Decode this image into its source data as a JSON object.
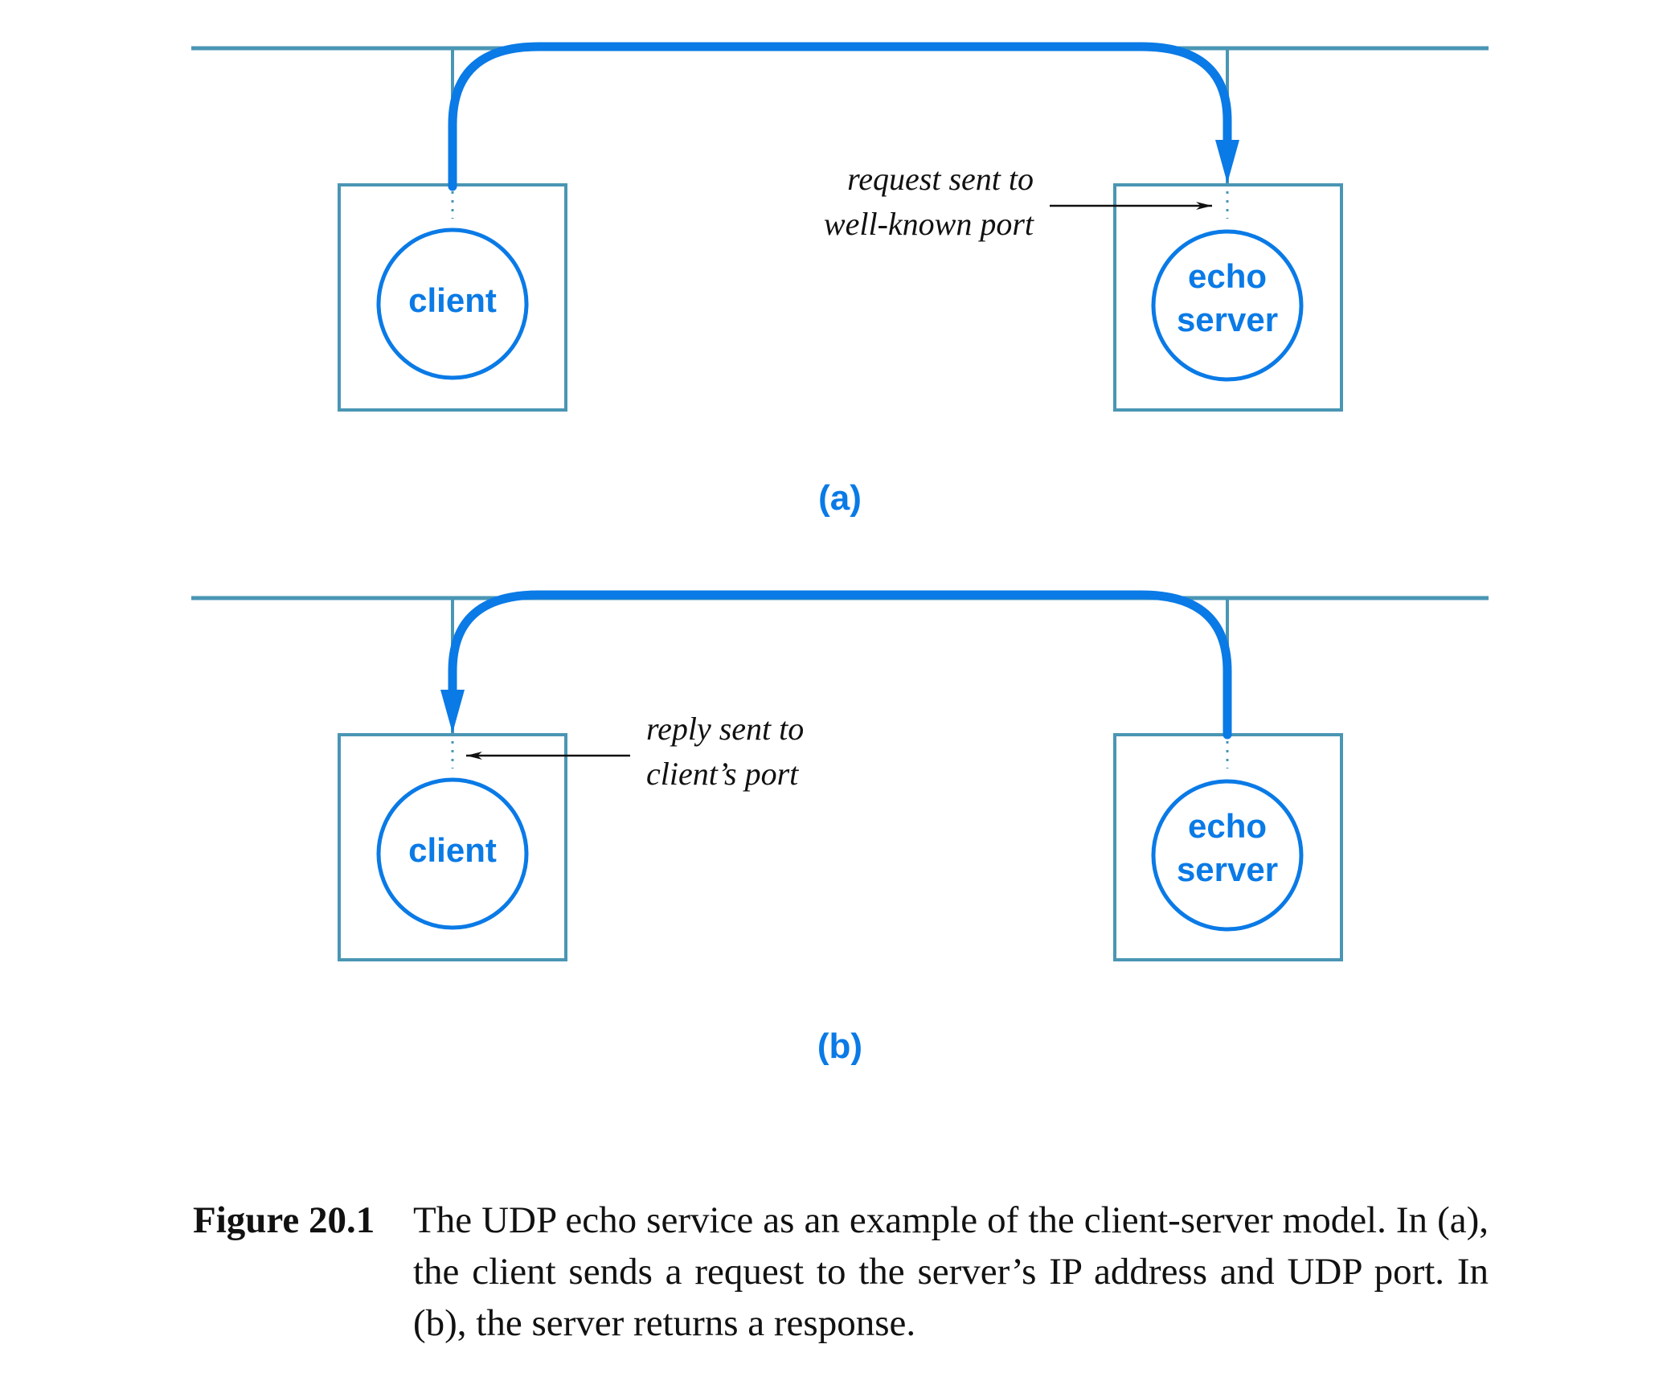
{
  "colors": {
    "network_line": "#4a96b4",
    "host_box": "#4a96b4",
    "packet_path": "#0a7ae6",
    "process_circle": "#0a7ae6",
    "annotation_arrow": "#111111"
  },
  "panels": [
    {
      "id": "a",
      "label": "(a)",
      "client_label": "client",
      "server_label_line1": "echo",
      "server_label_line2": "server",
      "annotation_line1": "request sent to",
      "annotation_line2": "well-known port",
      "direction": "client-to-server"
    },
    {
      "id": "b",
      "label": "(b)",
      "client_label": "client",
      "server_label_line1": "echo",
      "server_label_line2": "server",
      "annotation_line1": "reply sent to",
      "annotation_line2": "client’s port",
      "direction": "server-to-client"
    }
  ],
  "caption": {
    "label": "Figure 20.1",
    "text": "The UDP echo service as an example of the client-server model. In (a), the client sends a request to the server’s IP address and UDP port.  In (b), the server returns a response."
  }
}
